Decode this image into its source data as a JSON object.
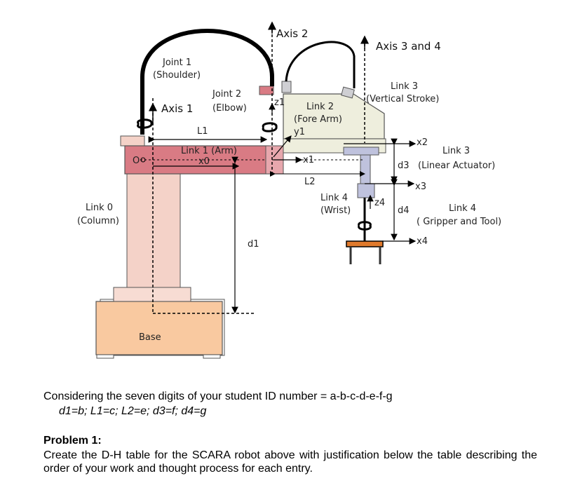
{
  "diagram": {
    "labels": {
      "axis2": "Axis 2",
      "axis34": "Axis 3 and 4",
      "joint1_a": "Joint 1",
      "joint1_b": "(Shoulder)",
      "joint2_a": "Joint 2",
      "joint2_b": "(Elbow)",
      "axis1": "Axis 1",
      "z1": "z1",
      "link2_a": "Link 2",
      "link2_b": "(Fore Arm)",
      "y1": "y1",
      "link3v_a": "Link 3",
      "link3v_b": "(Vertical Stroke)",
      "l1": "L1",
      "link1": "Link 1 (Arm)",
      "x0": "x0",
      "o": "O",
      "x1": "x1",
      "l2": "L2",
      "x2": "x2",
      "link3l_a": "Link 3",
      "d3": "d3",
      "link3l_b": "(Linear Actuator)",
      "x3": "x3",
      "link0_a": "Link 0",
      "link0_b": "(Column)",
      "link4w_a": "Link 4",
      "link4w_b": "(Wrist)",
      "z4": "z4",
      "d4": "d4",
      "link4g_a": "Link 4",
      "link4g_b": "( Gripper and Tool)",
      "x4": "x4",
      "d1": "d1",
      "base": "Base"
    }
  },
  "text": {
    "student_id": "Considering the seven digits of your student ID number = a-b-c-d-e-f-g",
    "assignments": "d1=b;  L1=c;  L2=e;  d3=f;  d4=g",
    "problem_title": "Problem 1:",
    "problem_body": "Create the D-H table for the SCARA robot above with justification below the table describing the order of your work and thought process for each entry."
  }
}
